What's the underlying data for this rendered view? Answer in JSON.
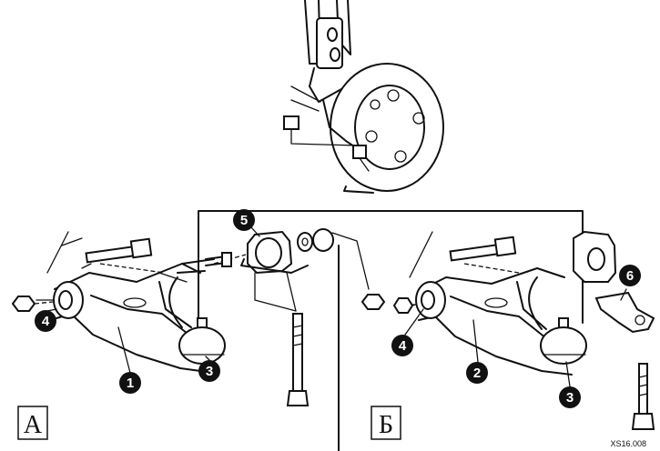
{
  "callouts": {
    "c1": "1",
    "c2": "2",
    "c3a": "3",
    "c3b": "3",
    "c4a": "4",
    "c4b": "4",
    "c5": "5",
    "c6": "6"
  },
  "panels": {
    "a": "А",
    "b": "Б"
  },
  "figure_code": "XS16.008"
}
